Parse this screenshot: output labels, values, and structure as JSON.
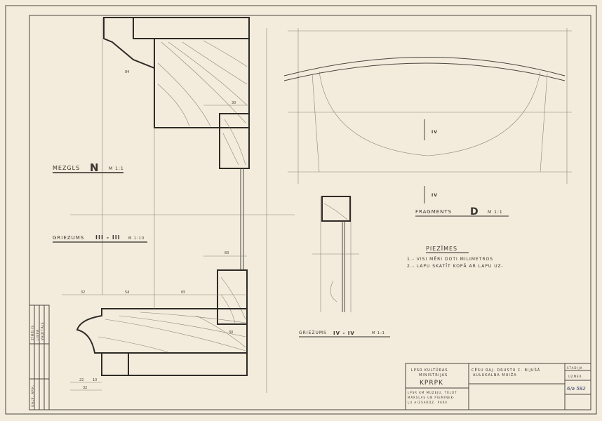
{
  "labels": {
    "mezgls": "MEZGLS",
    "mezgls_letter": "N",
    "mezgls_scale": "M 1:1",
    "griezums3": "GRIEZUMS",
    "griezums3_mark": "III - III",
    "griezums3_scale": "M 1:10",
    "griezums4": "GRIEZUMS",
    "griezums4_mark": "IV - IV",
    "griezums4_scale": "M 1:1",
    "fragments": "FRAGMENTS",
    "fragments_letter": "D",
    "fragments_scale": "M 1:1",
    "section_mark_top": "IV",
    "section_mark_bottom": "IV"
  },
  "notes": {
    "title": "PIEZĪMES",
    "items": [
      "1.- VISI MĒRI DOTI MILIMETROS",
      "2.- LAPU SKATĪT KOPĀ AR LAPU UZ-"
    ]
  },
  "dimensions": {
    "d1": "32",
    "d2": "54",
    "d3": "65",
    "d4": "30",
    "d5": "22",
    "d6": "10",
    "d7": "32",
    "d8": "84",
    "d9": "30",
    "d10": "83"
  },
  "title_block": {
    "org1": "LPSR KULTŪRAS",
    "org2": "MINISTRIJAS",
    "org3": "KPRPK",
    "org4": "LPSR KM MUZEJU, TĒLOT.",
    "org5": "MĀKSLAS UN PIEMINEK-",
    "org6": "ĻU AIZSARDZ. PĀRV.",
    "project1": "CĒSU RAJ. DRUSTU C. BIJUŠĀ",
    "project2": "AULUKALNA MUIŽA",
    "stadija": "STADIJA",
    "uzmer": "UZMĒR.",
    "sheet": "6/a 582"
  },
  "side_block": {
    "rows": [
      "ZĪMĒJIS",
      "LIEPA",
      "VADĪTĀJS",
      "GALV. ARH."
    ]
  }
}
